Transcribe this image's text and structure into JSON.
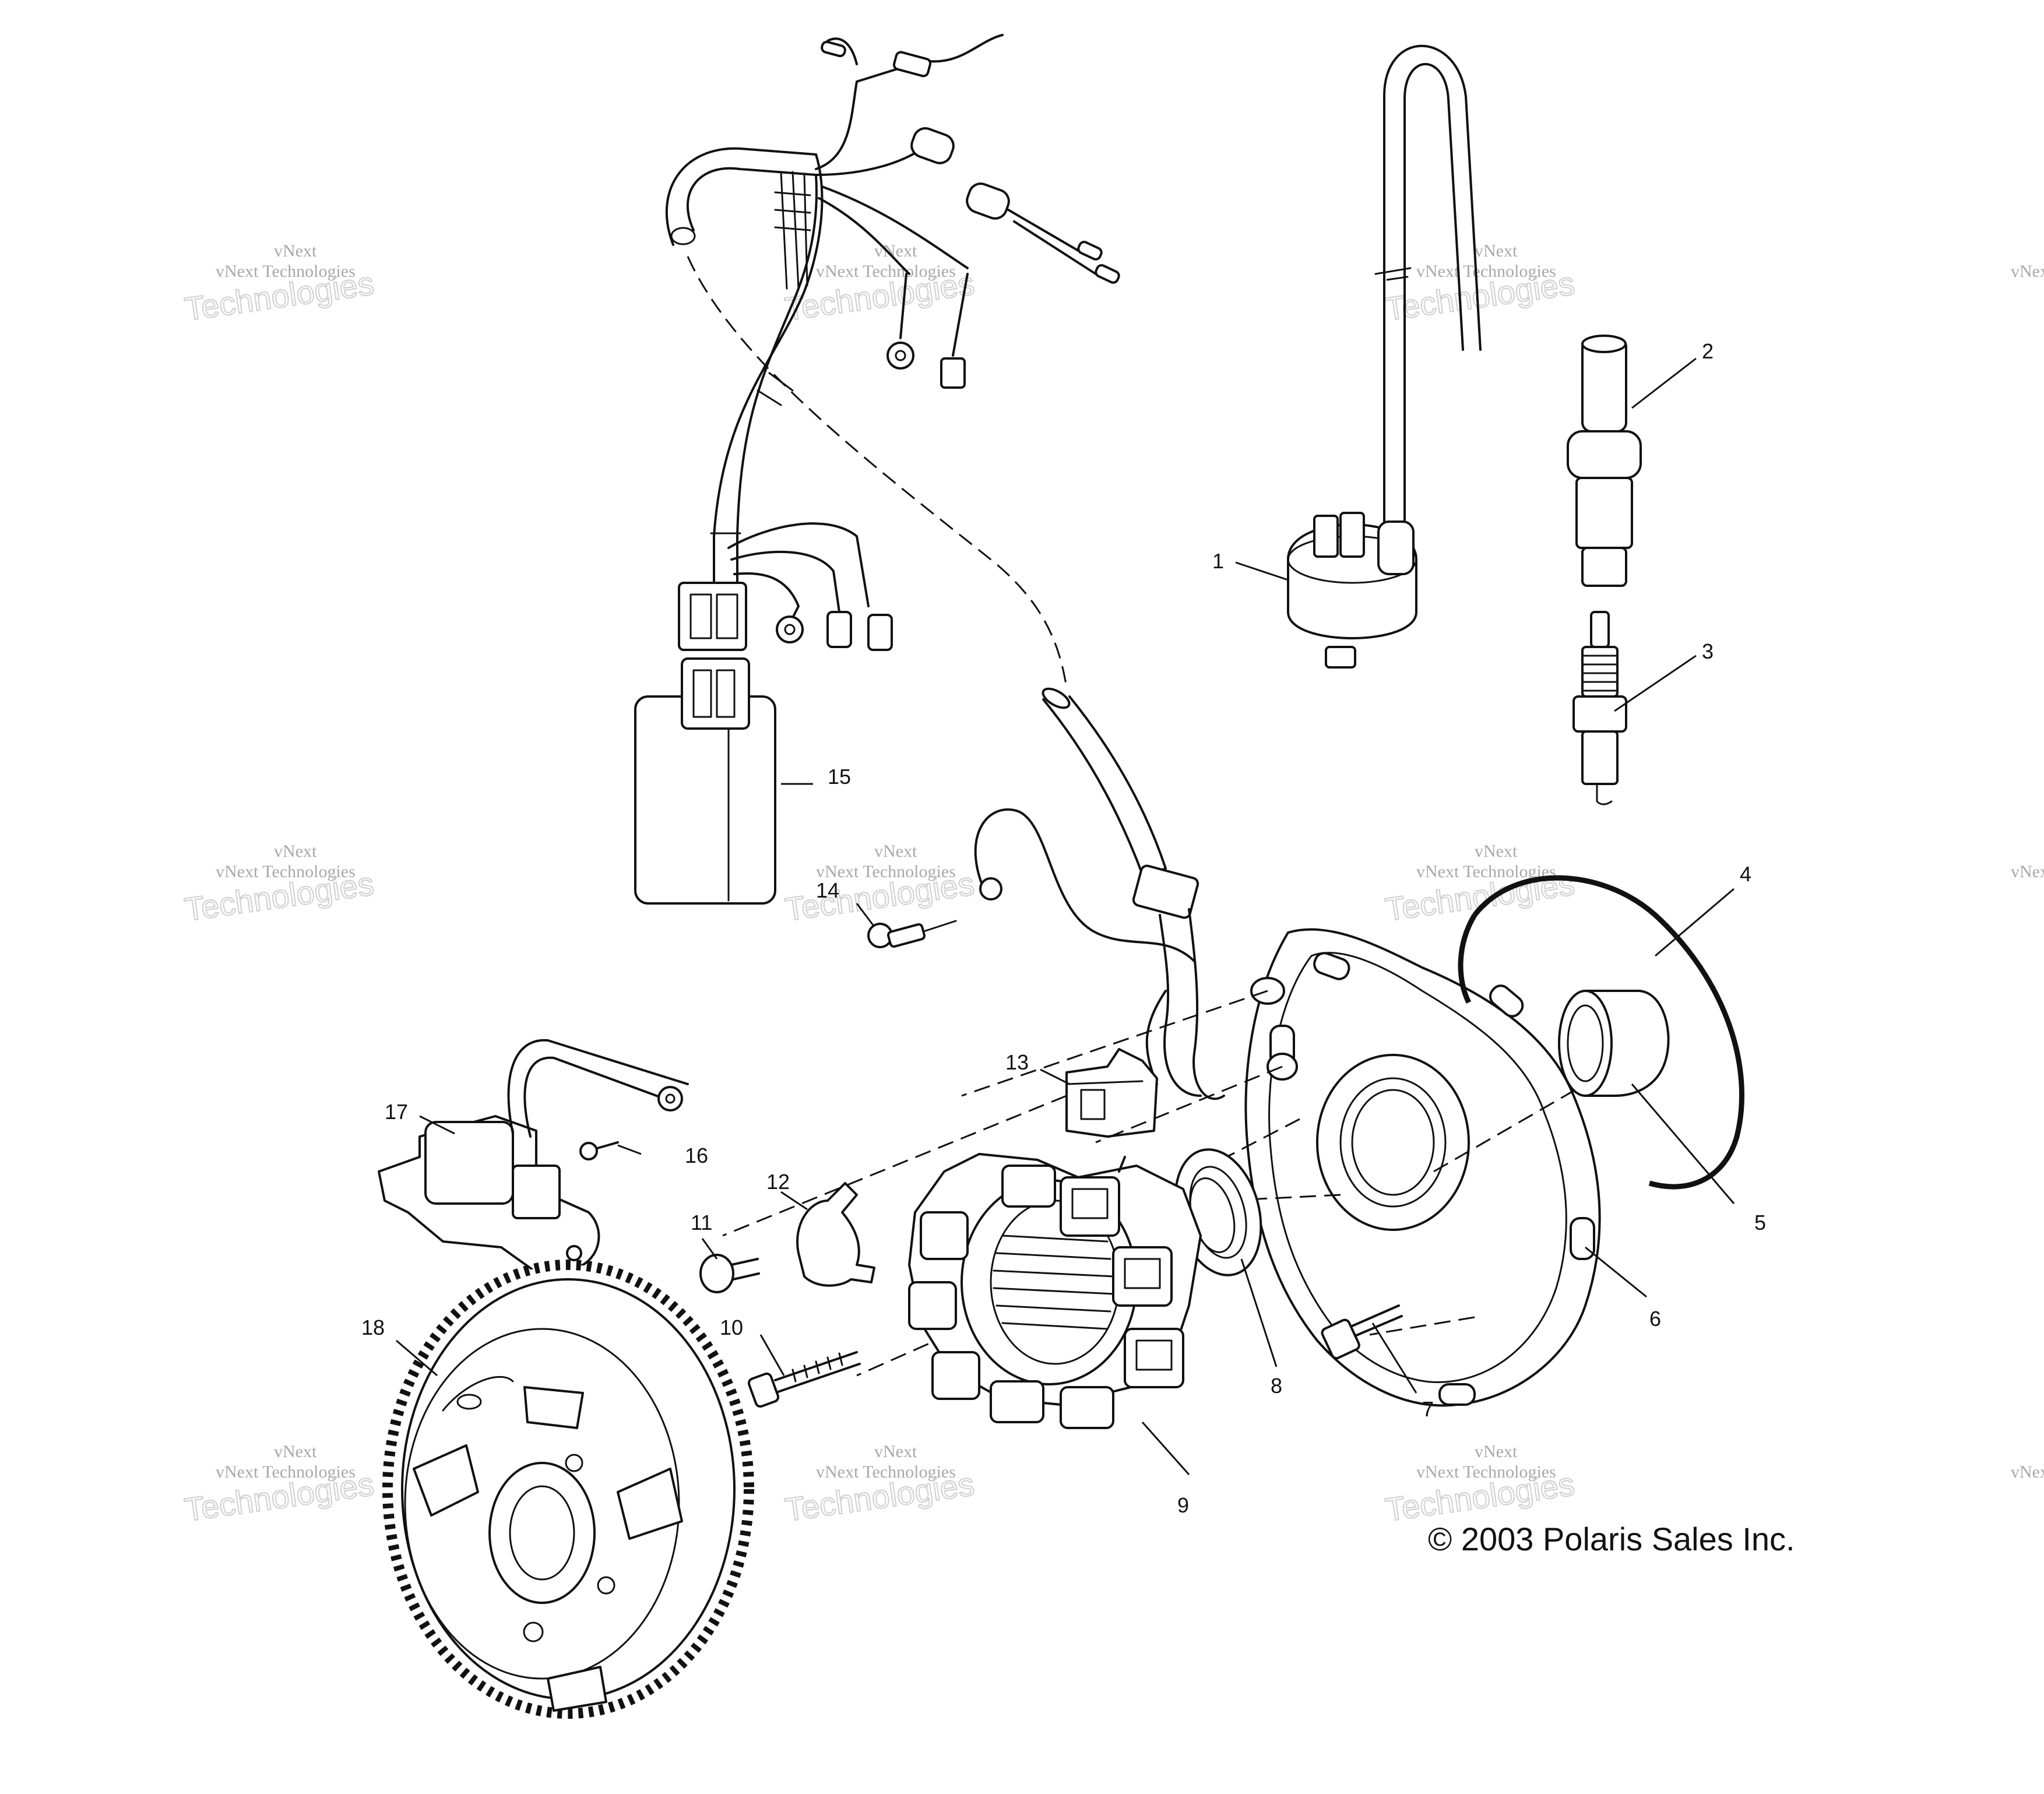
{
  "diagram": {
    "watermark": {
      "line1": "vNext",
      "line2": "vNext Technologies",
      "line3": "Technologies"
    },
    "copyright": "© 2003 Polaris Sales Inc.",
    "callouts": [
      "1",
      "2",
      "3",
      "4",
      "5",
      "6",
      "7",
      "8",
      "9",
      "10",
      "11",
      "12",
      "13",
      "14",
      "15",
      "16",
      "17",
      "18"
    ]
  }
}
